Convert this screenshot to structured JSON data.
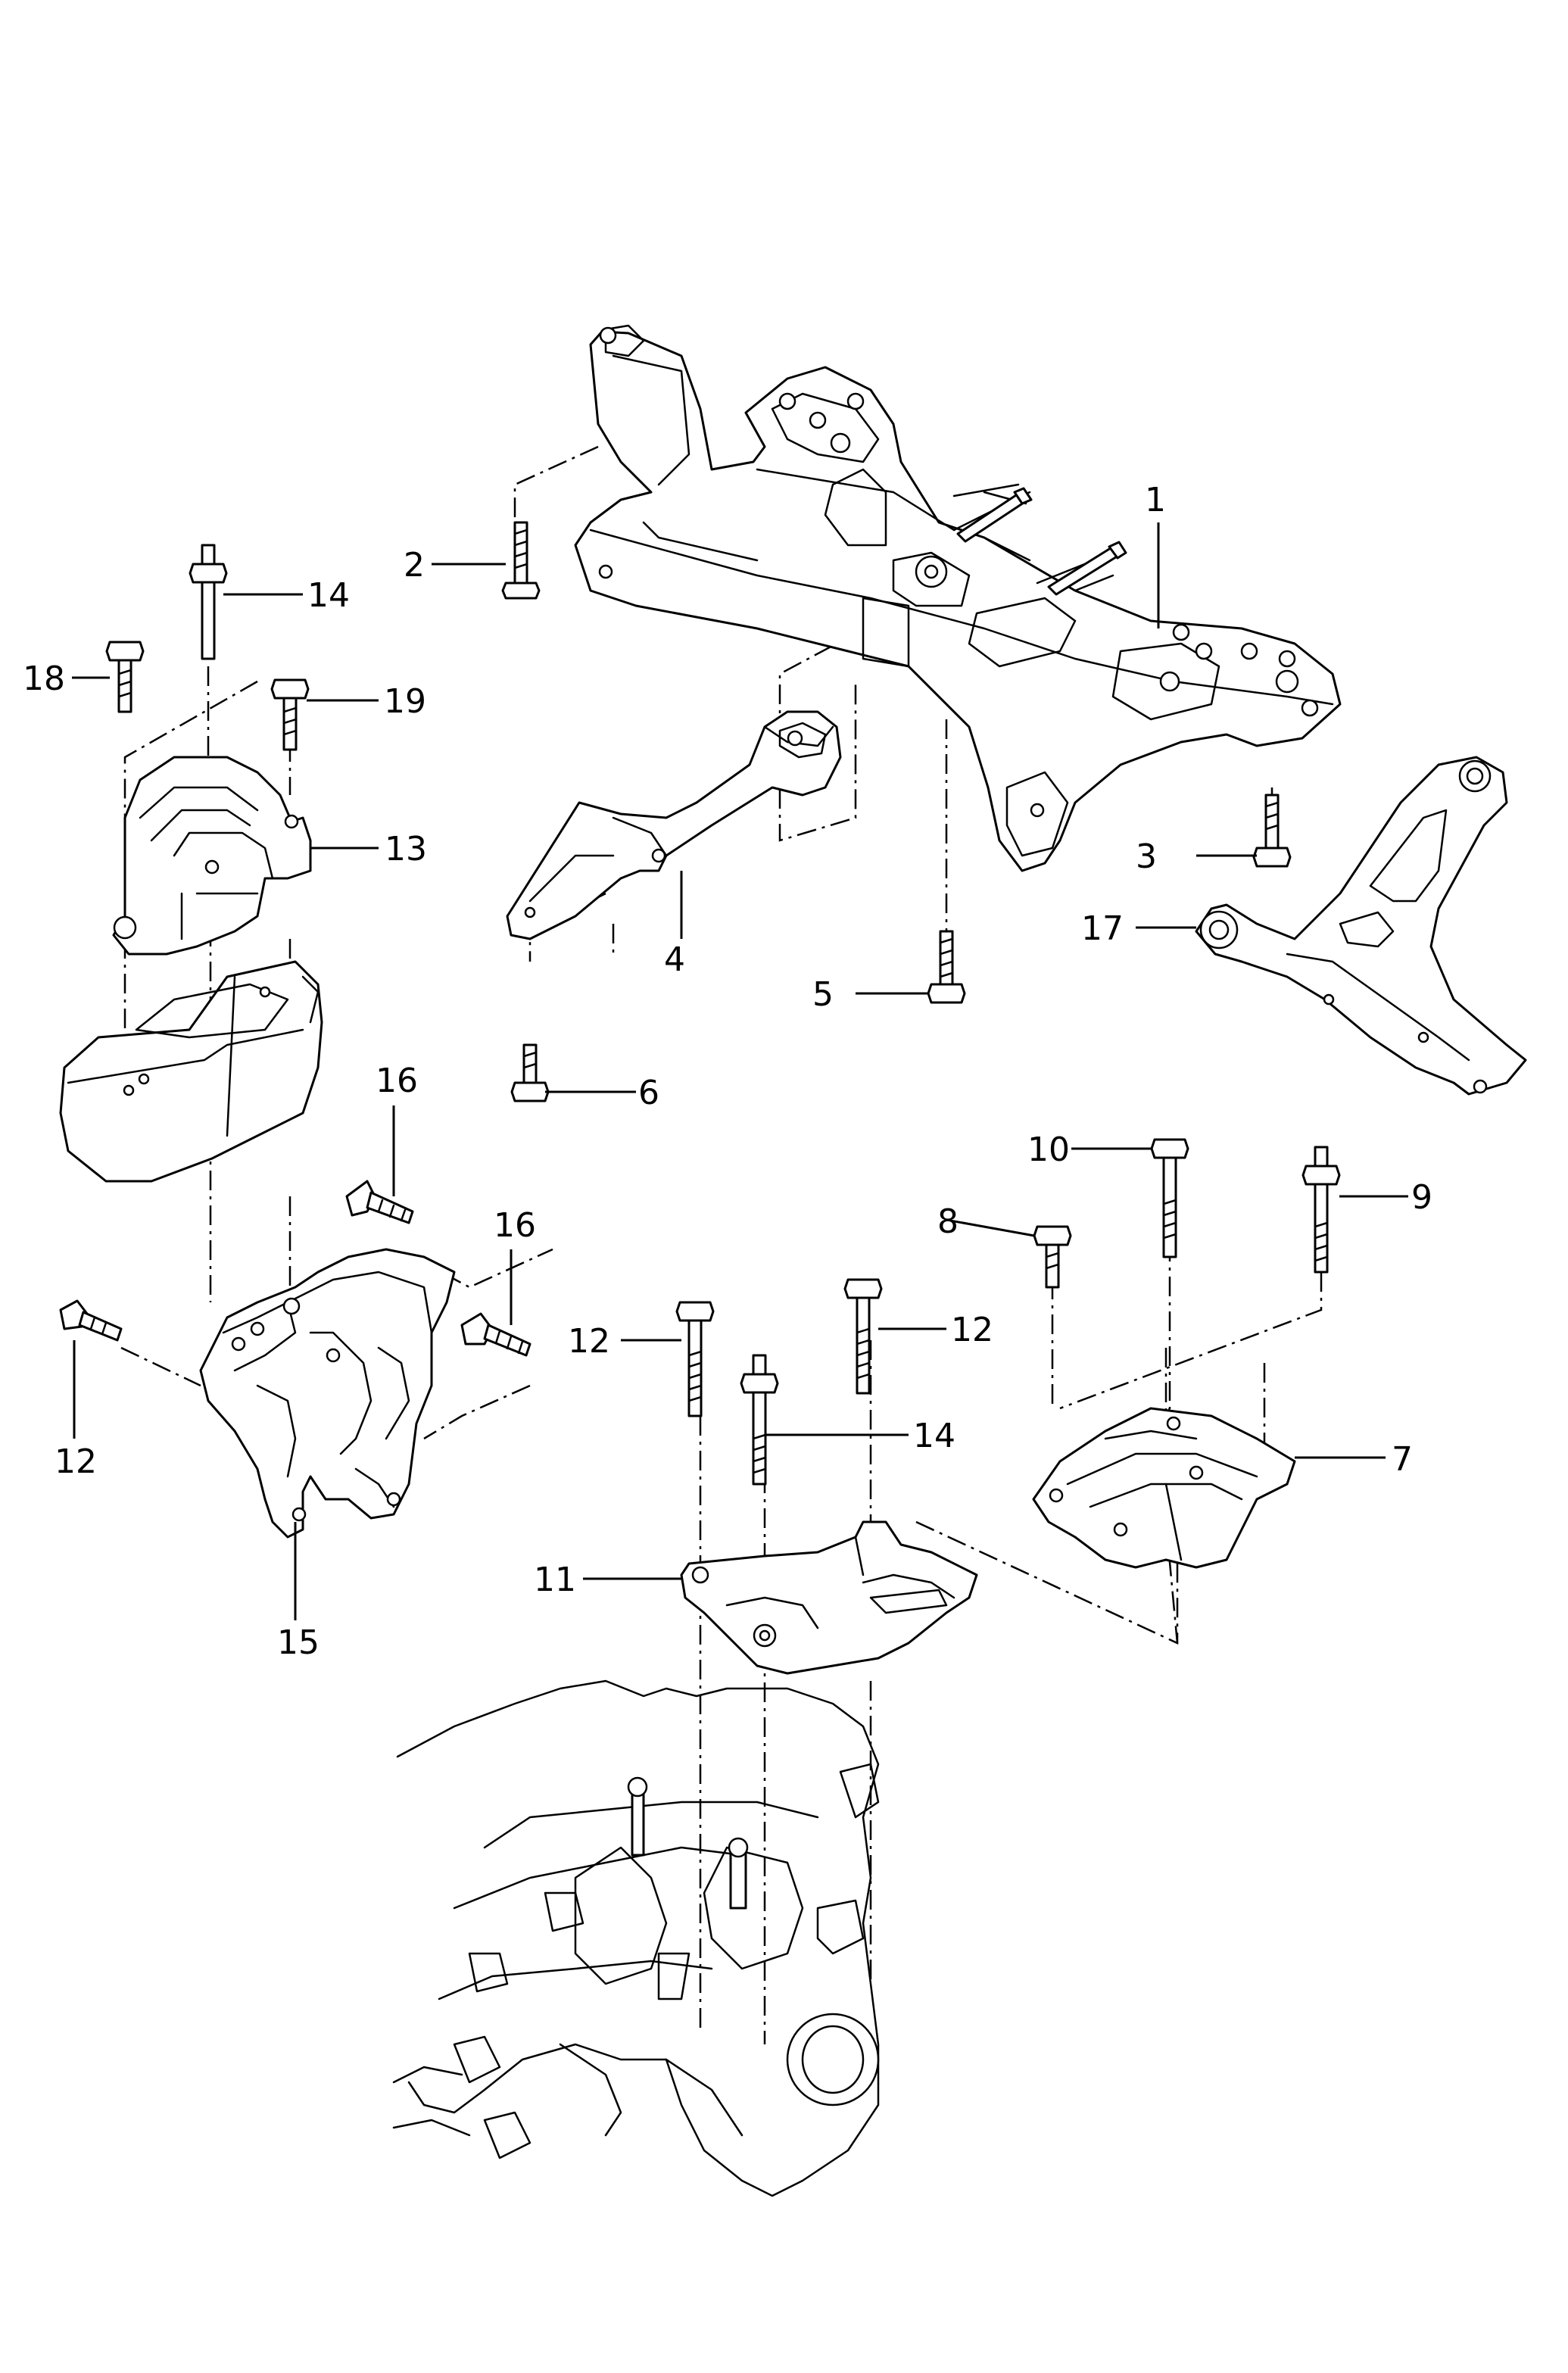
{
  "callouts": {
    "c1": "1",
    "c2": "2",
    "c3": "3",
    "c4": "4",
    "c5": "5",
    "c6": "6",
    "c7": "7",
    "c8": "8",
    "c9": "9",
    "c10": "10",
    "c11": "11",
    "c12a": "12",
    "c12b": "12",
    "c12c": "12",
    "c13": "13",
    "c14a": "14",
    "c14b": "14",
    "c15": "15",
    "c16a": "16",
    "c16b": "16",
    "c17": "17",
    "c18": "18",
    "c19": "19"
  }
}
